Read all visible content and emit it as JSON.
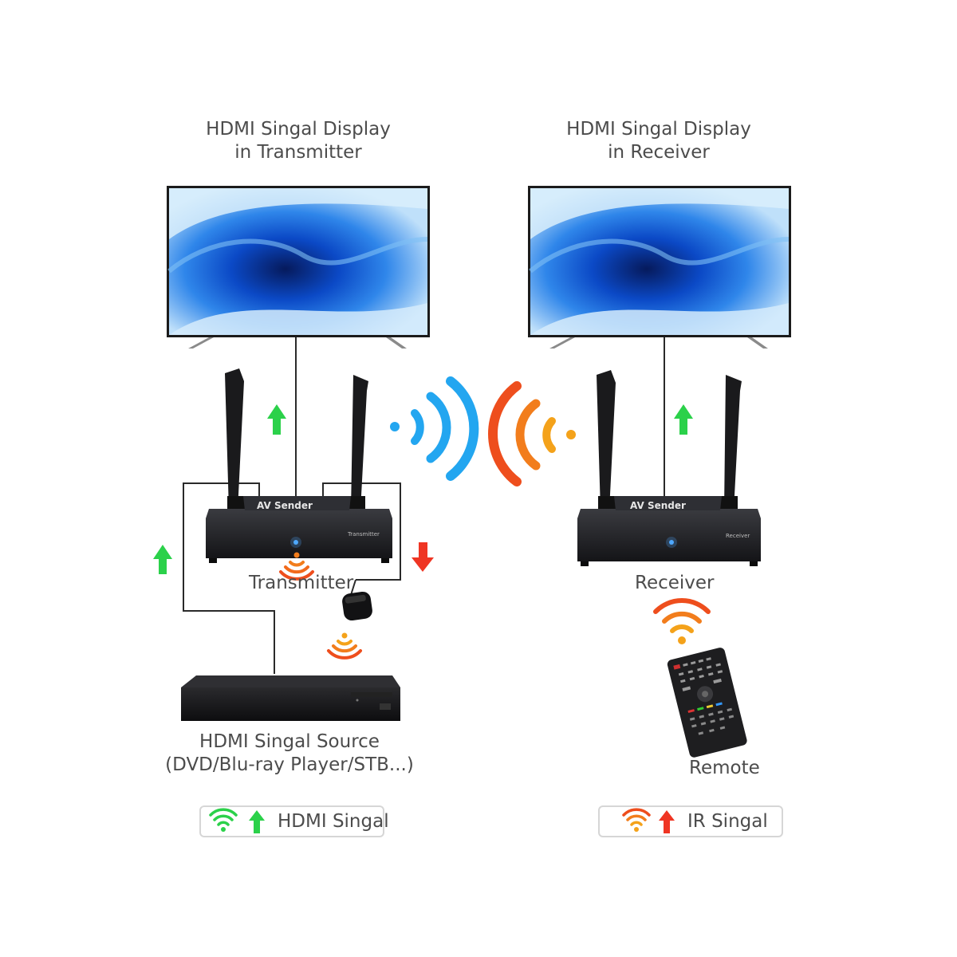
{
  "diagram": {
    "tx_display_label": [
      "HDMI Singal Display",
      "in Transmitter"
    ],
    "rx_display_label": [
      "HDMI Singal Display",
      "in Receiver"
    ],
    "transmitter_label": "Transmitter",
    "receiver_label": "Receiver",
    "source_label": [
      "HDMI Singal Source",
      "(DVD/Blu-ray Player/STB...)"
    ],
    "remote_label": "Remote",
    "tx_brand": "AV Sender",
    "rx_brand": "AV Sender",
    "tx_device_text": "Transmitter",
    "rx_device_text": "Receiver"
  },
  "legend": {
    "hdmi_label": "HDMI Singal",
    "ir_label": "IR Singal"
  },
  "colors": {
    "hdmi_green": "#2bd14a",
    "ir_orange": "#f26a1b",
    "ir_red": "#ef3523",
    "wifi_blue": "#23a6f0",
    "device_black": "#1f1f22"
  }
}
